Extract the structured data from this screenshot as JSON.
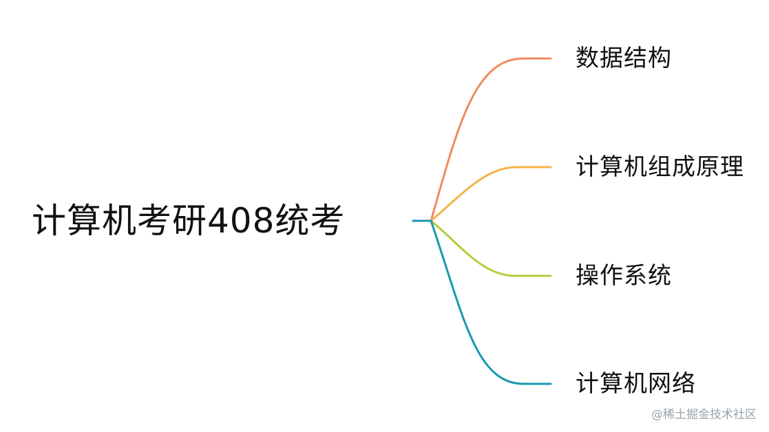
{
  "mindmap": {
    "root": {
      "label": "计算机考研408统考"
    },
    "branches": [
      {
        "label": "数据结构",
        "color": "#f08a5d"
      },
      {
        "label": "计算机组成原理",
        "color": "#f6b24a"
      },
      {
        "label": "操作系统",
        "color": "#b6cc3a"
      },
      {
        "label": "计算机网络",
        "color": "#1699ad"
      }
    ],
    "root_stub_color": "#1699ad"
  },
  "watermark": {
    "text": "@稀土掘金技术社区"
  }
}
